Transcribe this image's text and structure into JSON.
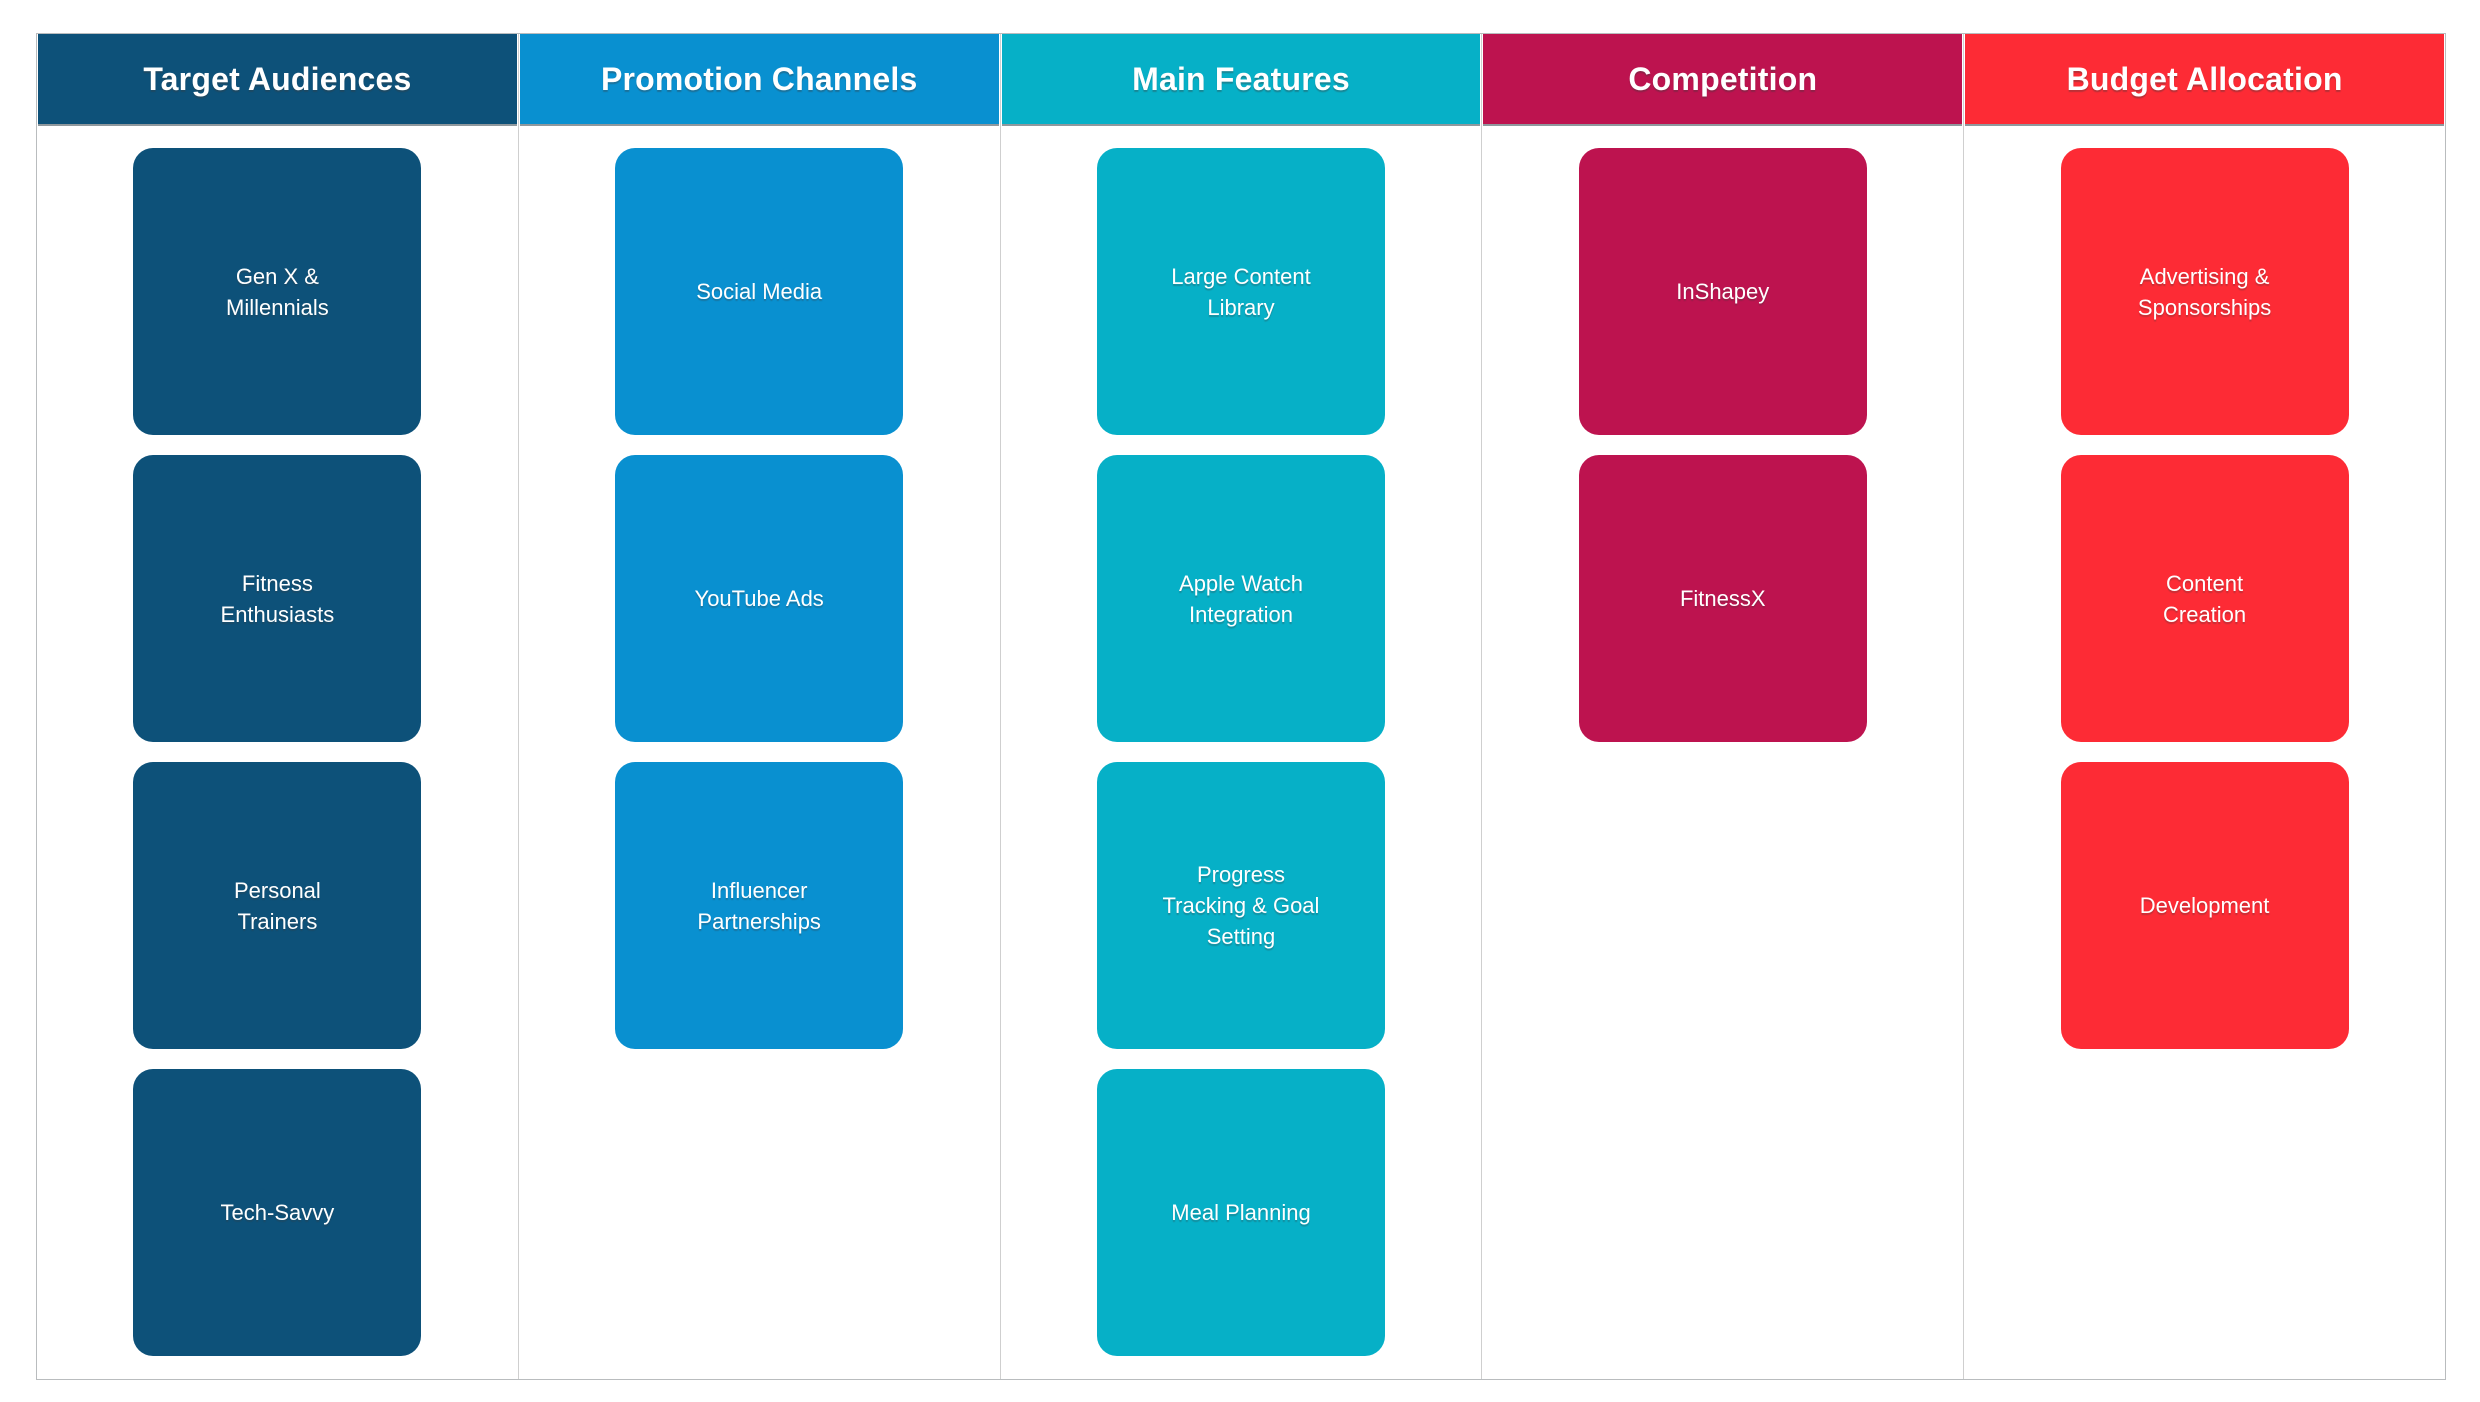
{
  "board": {
    "name": "marketing-plan-kanban",
    "columns": [
      {
        "title": "Target Audiences",
        "color": "#0d5179",
        "cards": [
          "Gen X & Millennials",
          "Fitness Enthusiasts",
          "Personal Trainers",
          "Tech-Savvy"
        ]
      },
      {
        "title": "Promotion Channels",
        "color": "#0990d0",
        "cards": [
          "Social Media",
          "YouTube Ads",
          "Influencer Partnerships"
        ]
      },
      {
        "title": "Main Features",
        "color": "#06b0c7",
        "cards": [
          "Large Content Library",
          "Apple Watch Integration",
          "Progress Tracking & Goal Setting",
          "Meal Planning"
        ]
      },
      {
        "title": "Competition",
        "color": "#bd134f",
        "cards": [
          "InShapey",
          "FitnessX"
        ]
      },
      {
        "title": "Budget Allocation",
        "color": "#fd2b35",
        "cards": [
          "Advertising & Sponsorships",
          "Content Creation",
          "Development"
        ]
      }
    ],
    "border_colors": {
      "outer": "#b9bcbe",
      "separator": "#cfcfcf",
      "header_underline": "#8f989d"
    },
    "text_color": "#ffffff"
  }
}
